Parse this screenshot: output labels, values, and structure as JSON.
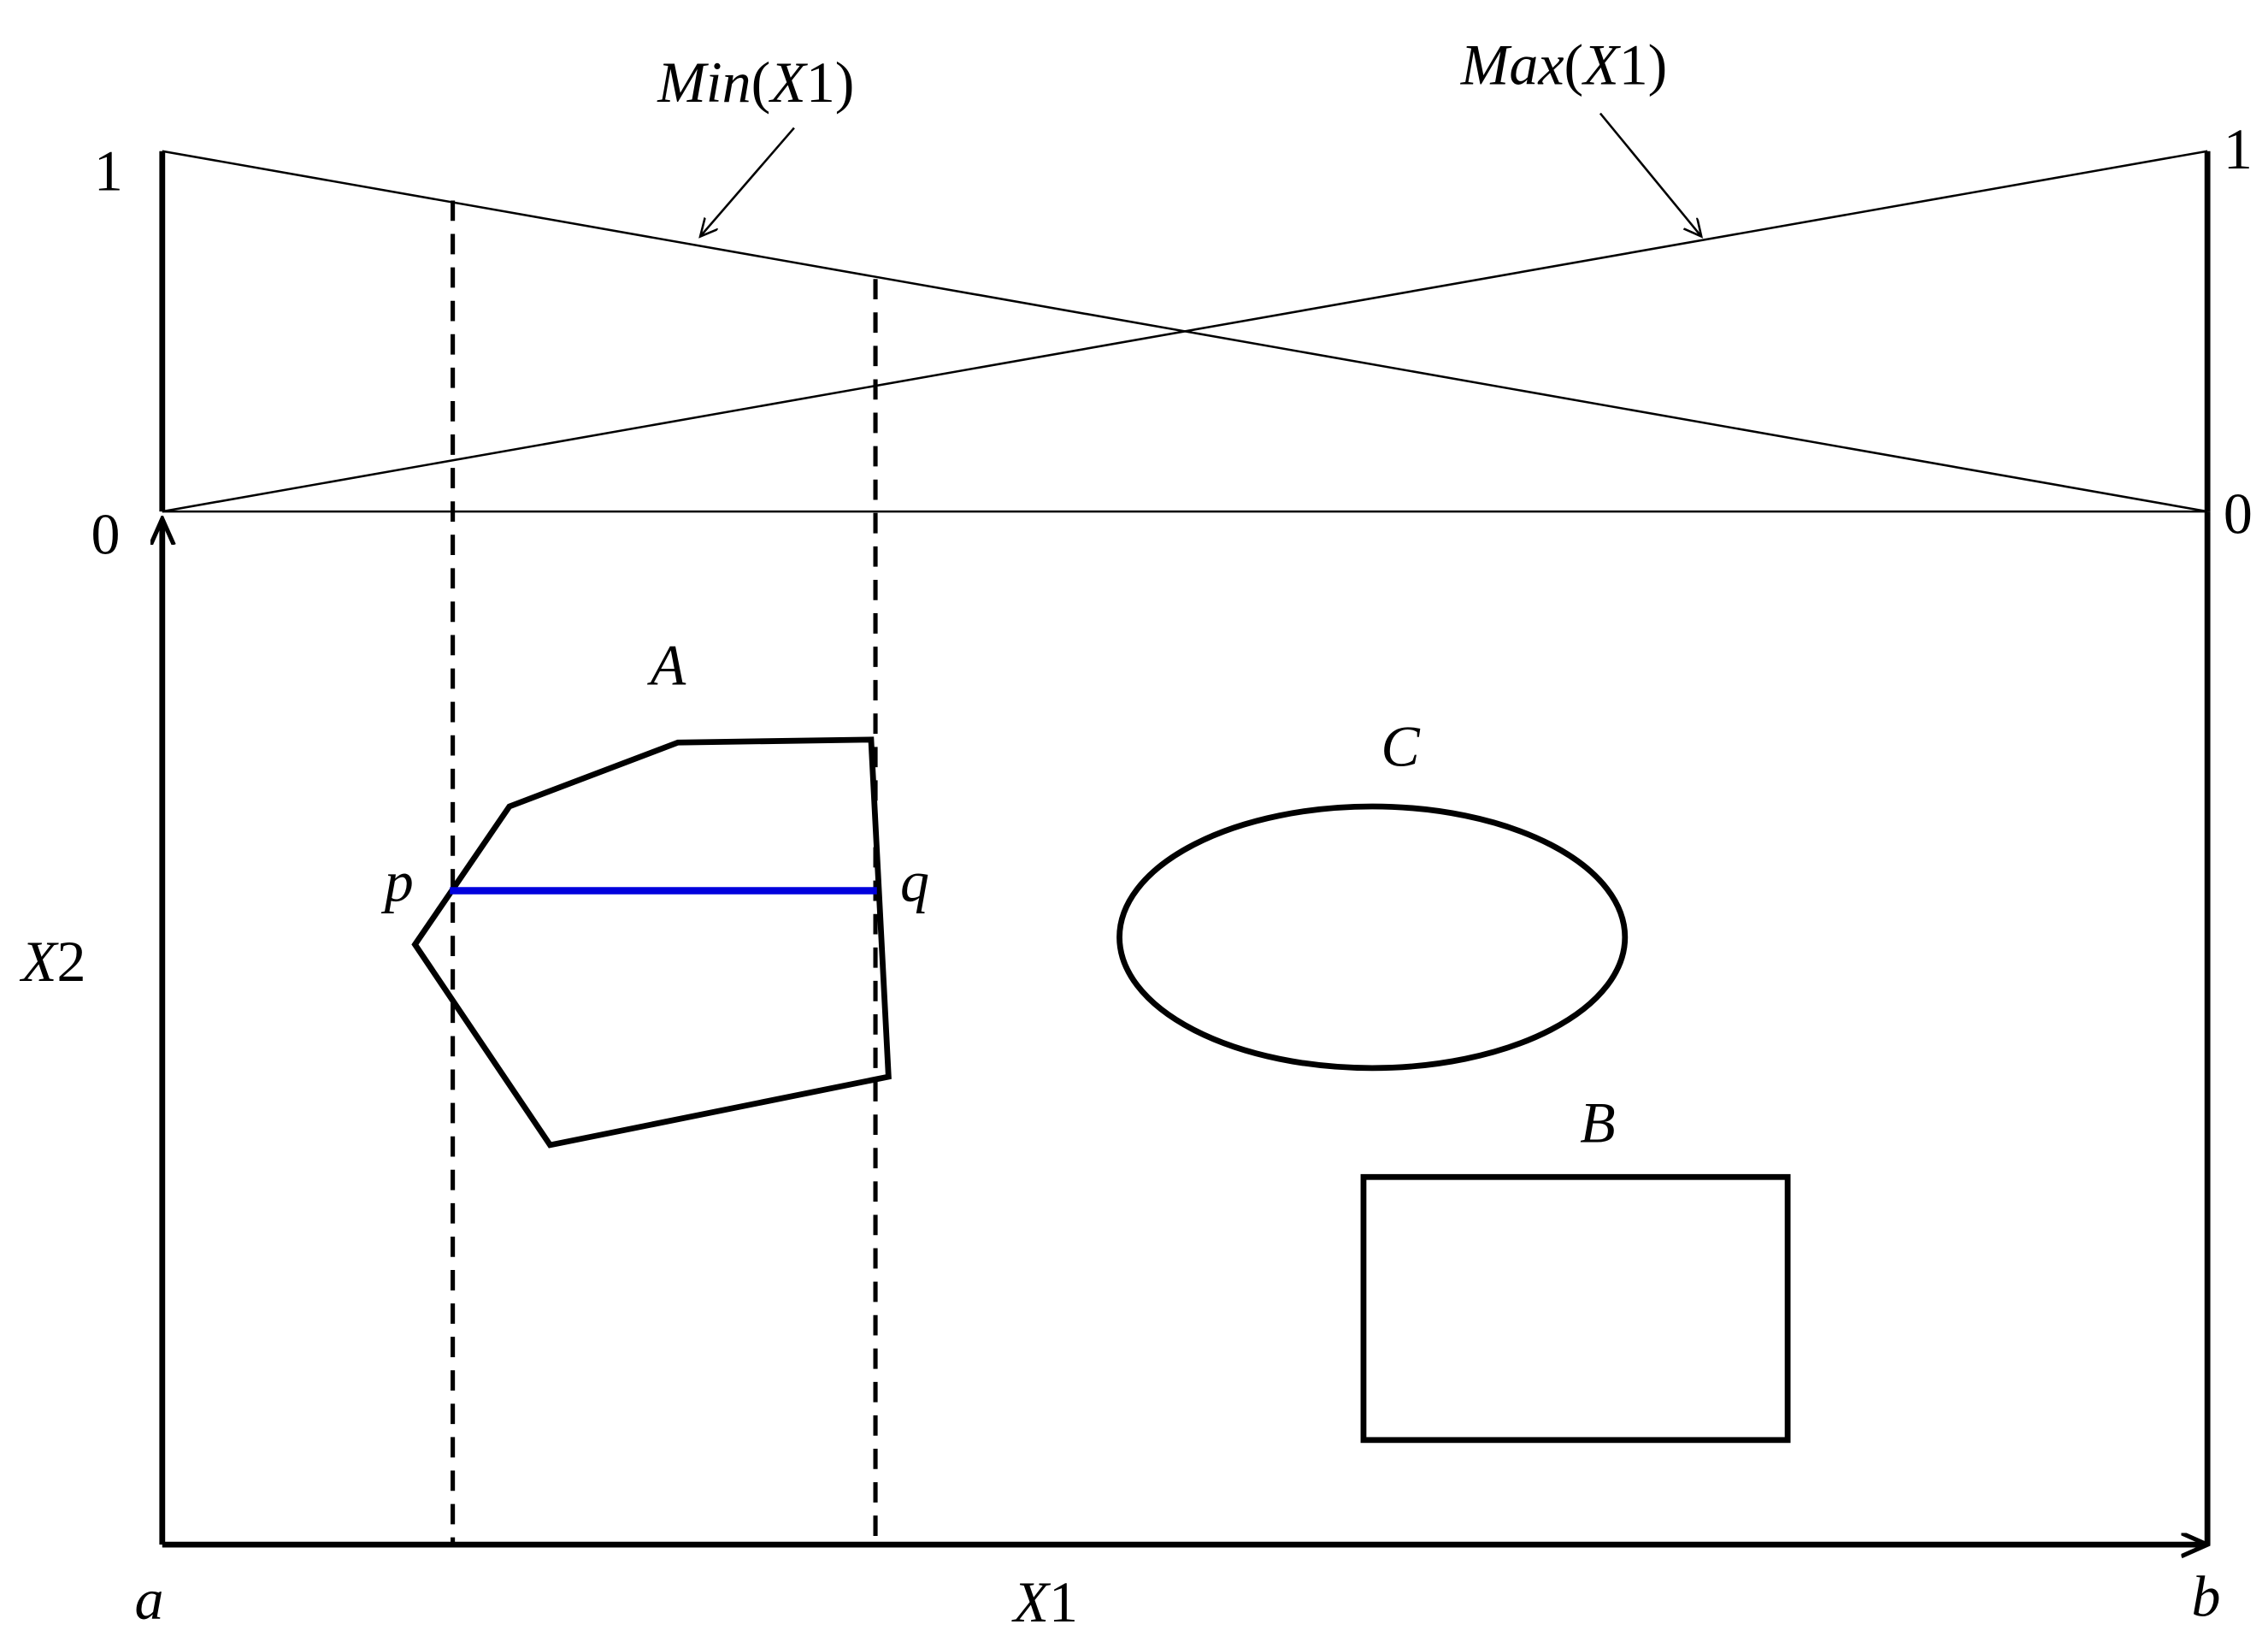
{
  "labels": {
    "min_func": "Min(X1)",
    "max_func": "Max(X1)",
    "scale_top_left": "1",
    "scale_bottom_left": "0",
    "scale_top_right": "1",
    "scale_bottom_right": "0",
    "axis_x2": "X2",
    "axis_x1": "X1",
    "end_a": "a",
    "end_b": "b",
    "region_a": "A",
    "region_b": "B",
    "region_c": "C",
    "point_p": "p",
    "point_q": "q"
  },
  "colors": {
    "stroke": "#000000",
    "segment_pq": "#0000dd"
  }
}
